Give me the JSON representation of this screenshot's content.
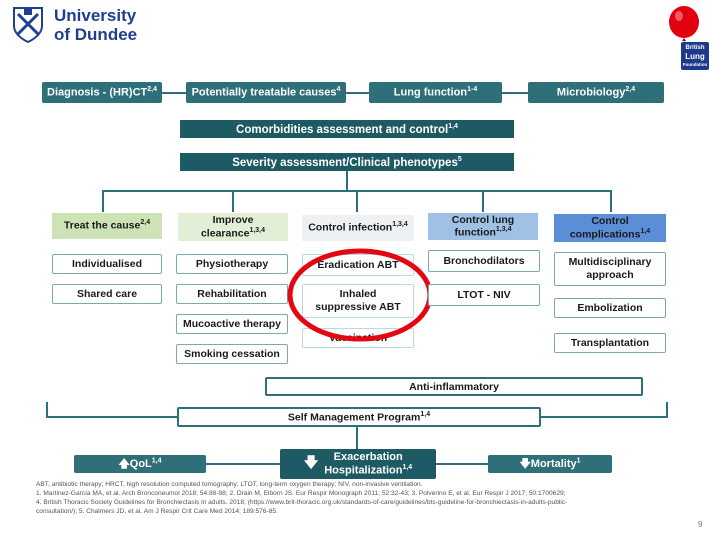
{
  "logo": {
    "line1": "University",
    "line2": "of Dundee",
    "blf_line1": "British",
    "blf_line2": "Lung",
    "blf_line3": "Foundation"
  },
  "top_row": {
    "diagnosis": "Diagnosis - (HR)CT",
    "diagnosis_ref": "2,4",
    "treatable": "Potentially treatable causes",
    "treatable_ref": "4",
    "lung_function": "Lung function",
    "lung_function_ref": "1-4",
    "microbiology": "Microbiology",
    "microbiology_ref": "2,4"
  },
  "comorbidities": "Comorbidities assessment and control",
  "comorbidities_ref": "1,4",
  "severity": "Severity assessment/Clinical phenotypes",
  "severity_ref": "5",
  "columns": {
    "treat_cause": "Treat the cause",
    "treat_cause_ref": "2,4",
    "improve_line1": "Improve",
    "improve_line2": "clearance",
    "improve_ref": "1,3,4",
    "control_infection": "Control infection",
    "control_infection_ref": "1,3,4",
    "control_lung_line1": "Control lung",
    "control_lung_line2": "function",
    "control_lung_ref": "1,3,4",
    "control_comp_line1": "Control",
    "control_comp_line2": "complications",
    "control_comp_ref": "1,4"
  },
  "items": {
    "individualised": "Individualised",
    "shared_care": "Shared care",
    "physiotherapy": "Physiotherapy",
    "rehabilitation": "Rehabilitation",
    "mucoactive": "Mucoactive therapy",
    "smoking": "Smoking cessation",
    "eradication": "Eradication ABT",
    "inhaled_line1": "Inhaled",
    "inhaled_line2": "suppressive ABT",
    "vaccination": "Vaccination",
    "bronchodilators": "Bronchodilators",
    "ltot": "LTOT - NIV",
    "multidisciplinary_line1": "Multidisciplinary",
    "multidisciplinary_line2": "approach",
    "embolization": "Embolization",
    "transplantation": "Transplantation"
  },
  "anti_inflammatory": "Anti-inflammatory",
  "self_management": "Self Management Program",
  "self_management_ref": "1,4",
  "bottom": {
    "qol": "QoL",
    "qol_ref": "1,4",
    "exacerbation_line1": "Exacerbation",
    "exacerbation_line2": "Hospitalization",
    "exacerbation_ref": "1,4",
    "mortality": "Mortality",
    "mortality_ref": "1"
  },
  "references": {
    "line1": "ABT, antibiotic therapy; HRCT,  high resolution computed tomography; LTOT, long-term oxygen therapy; NIV, non-invasive ventilation.",
    "line2": "1. Martinez-García MA, et al. Arch Bronconeumol 2018; 54:88-98; 2. Drain M, Elborn JS. Eur Respir Monograph 2011; 52:32-43; 3. Polverino E, et al. Eur Respir J 2017; 50:1700629;",
    "line3": "4. British Thoracic Society Guidelines for Bronchiectasis in adults. 2018; (https://www.brit-thoracic.org.uk/standards-of-care/guidelines/bts-guideline-for-bronchiectasis-in-adults-public-",
    "line4": "consultation/); 5. Chalmers JD, et al. Am J Respir Crit Care Med 2014; 189:576-85."
  },
  "page_number": "9",
  "colors": {
    "teal": "#2e6f79",
    "dark_teal": "#1d5a63",
    "green_header": "#cde3b5",
    "light_green_header": "#e2eed6",
    "light_blue_header": "#9fc1e6",
    "blue_header": "#5b8ed6",
    "highlight_red": "#e30613"
  }
}
